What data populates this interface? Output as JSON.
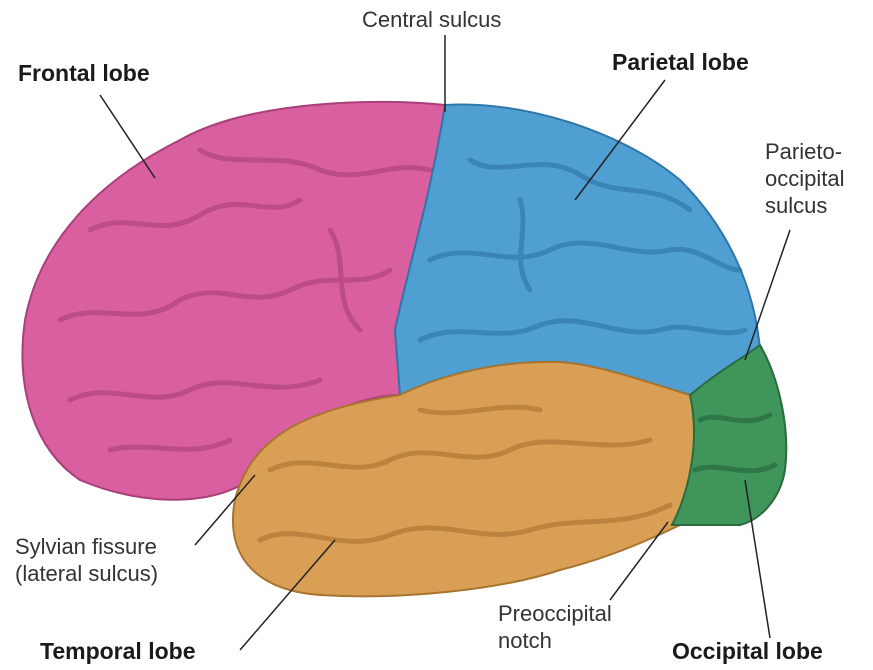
{
  "title": "Lobes of the cerebral hemisphere (lateral view)",
  "labels": {
    "central_sulcus": "Central sulcus",
    "frontal_lobe": "Frontal lobe",
    "parietal_lobe": "Parietal lobe",
    "parieto_occipital_1": "Parieto-",
    "parieto_occipital_2": "occipital",
    "parieto_occipital_3": "sulcus",
    "sylvian_1": "Sylvian fissure",
    "sylvian_2": "(lateral sulcus)",
    "temporal_lobe": "Temporal lobe",
    "preoccipital_1": "Preoccipital",
    "preoccipital_2": "notch",
    "occipital_lobe": "Occipital lobe"
  },
  "colors": {
    "frontal": "#d95fa0",
    "parietal": "#4f9fd3",
    "temporal": "#d9a055",
    "occipital": "#3f955a"
  }
}
